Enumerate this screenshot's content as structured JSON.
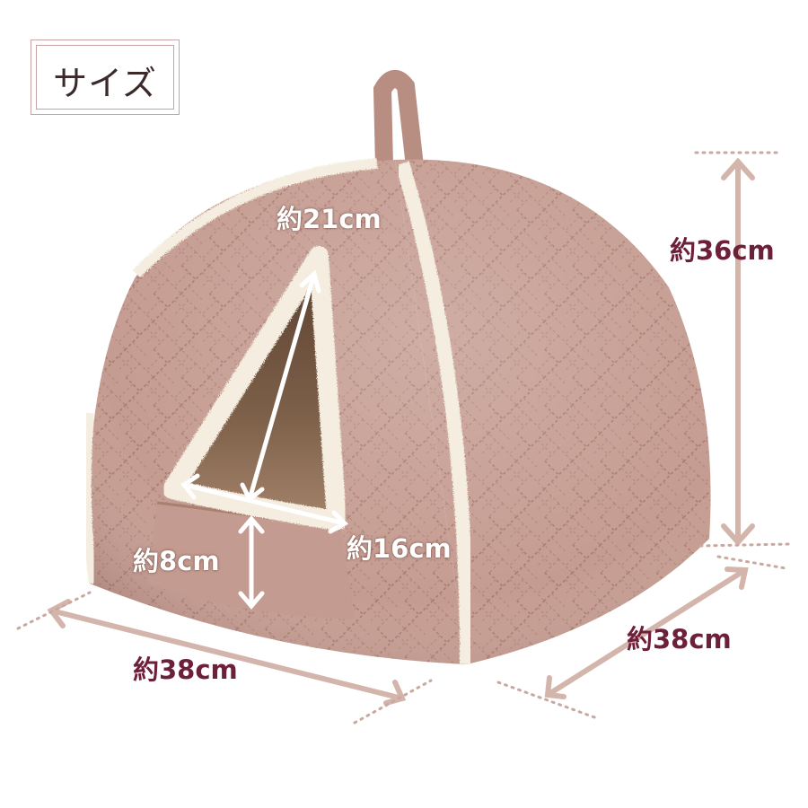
{
  "title": "サイズ",
  "dimensions": {
    "opening_height": "約21cm",
    "opening_width": "約16cm",
    "entrance_step": "約8cm",
    "total_height": "約36cm",
    "width_front": "約38cm",
    "depth_side": "約38cm"
  },
  "colors": {
    "bed_pink": "#c79e93",
    "bed_dark": "#a97d72",
    "fleece_trim": "#f4ede0",
    "interior": "#7d6049",
    "arrow_pink": "#d4b5ac",
    "label_maroon": "#6e1f3a",
    "frame": "#c9a3a3"
  }
}
